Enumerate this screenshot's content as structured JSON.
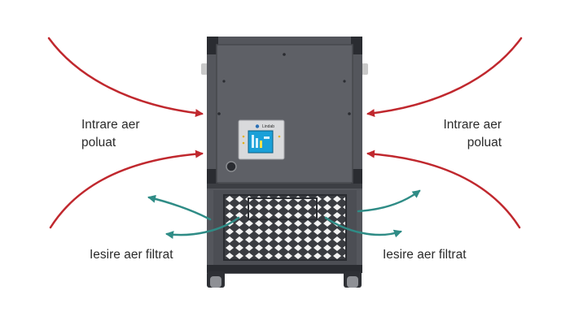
{
  "labels": {
    "intake_left": {
      "line1": "Intrare aer",
      "line2": "poluat"
    },
    "intake_right": {
      "line1": "Intrare aer",
      "line2": "poluat"
    },
    "exhaust_left": "Iesire aer filtrat",
    "exhaust_right": "Iesire aer filtrat"
  },
  "device": {
    "brand": "Lindab"
  },
  "colors": {
    "intake_arrow": "#c0282e",
    "exhaust_arrow": "#2f8c86",
    "housing": "#4d4f55",
    "housing_light": "#5b5d63",
    "screen": "#1aa0d8"
  }
}
